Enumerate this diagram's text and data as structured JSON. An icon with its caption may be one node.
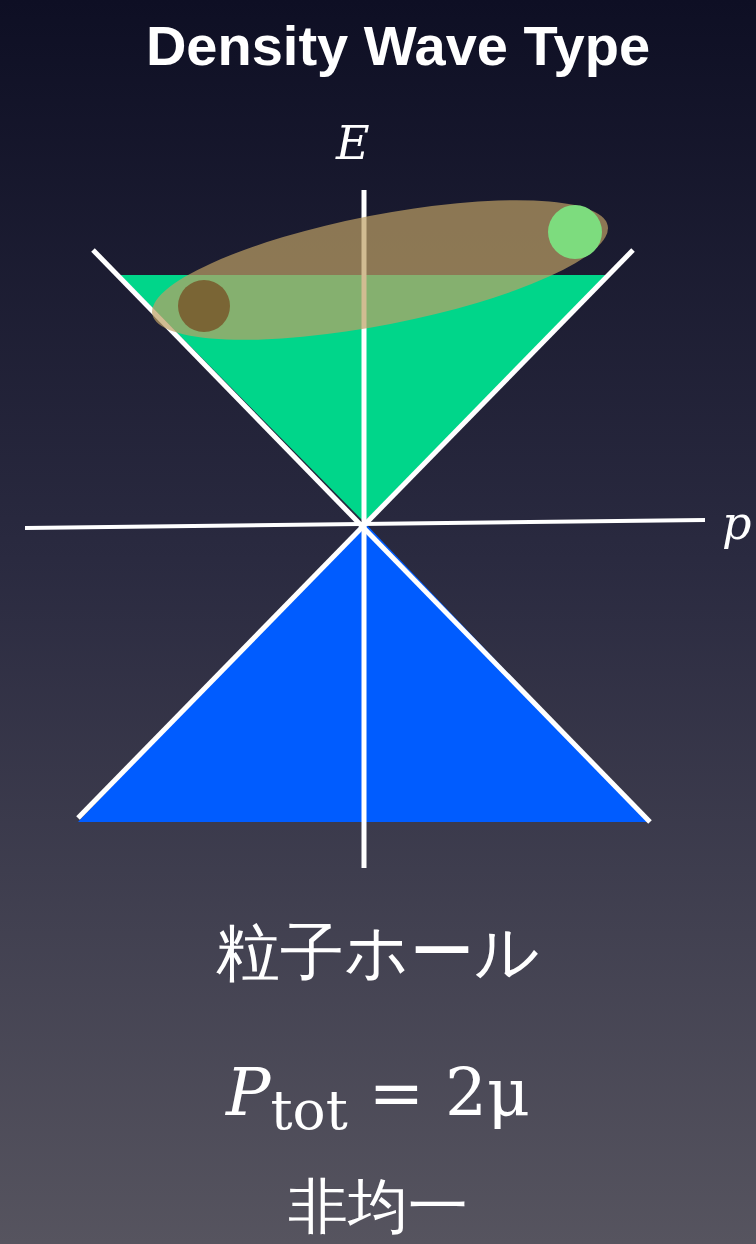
{
  "diagram": {
    "title": "Density Wave Type",
    "labels": [
      "E",
      "p",
      "粒子ホール",
      "*P*$_{tot}$ = 2μ",
      "非均一"
    ]
  }
}
